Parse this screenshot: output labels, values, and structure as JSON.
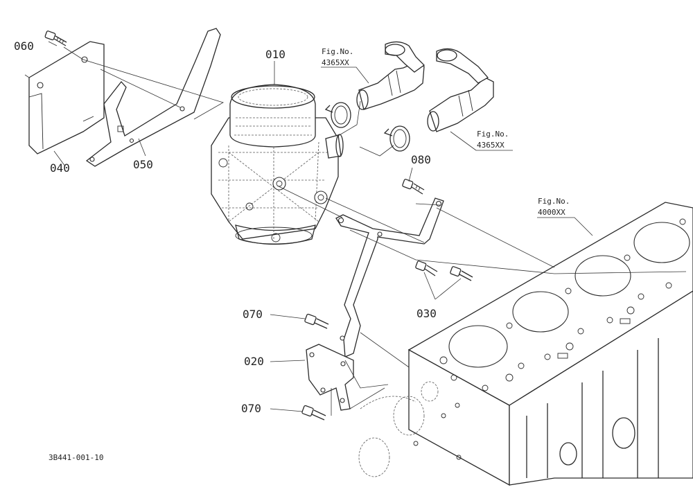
{
  "diagram": {
    "drawing_code": "3B441-001-10",
    "parts": {
      "p010": "010",
      "p020": "020",
      "p030": "030",
      "p040": "040",
      "p050": "050",
      "p060": "060",
      "p070a": "070",
      "p070b": "070",
      "p080": "080"
    },
    "fig_refs": {
      "hose_upper": {
        "line1": "Fig.No.",
        "line2": "4365XX"
      },
      "hose_lower": {
        "line1": "Fig.No.",
        "line2": "4365XX"
      },
      "engine_block": {
        "line1": "Fig.No.",
        "line2": "4000XX"
      }
    }
  }
}
